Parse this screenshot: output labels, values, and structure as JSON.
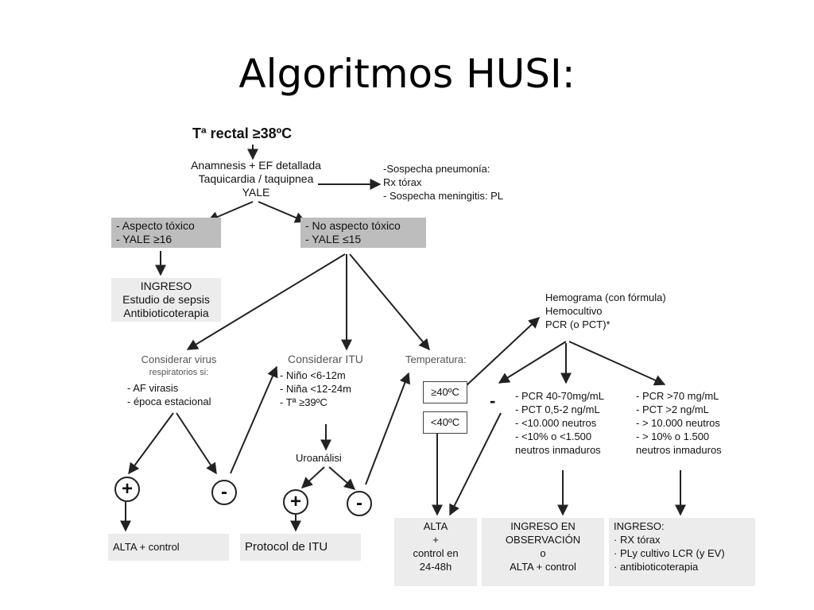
{
  "title": "Algoritmos HUSI:",
  "top": {
    "label": "Tª rectal ≥38ºC"
  },
  "anamnesis": [
    "Anamnesis + EF detallada",
    "Taquicardia / taquipnea",
    "YALE"
  ],
  "sospecha": [
    "-Sospecha pneumonía:",
    " Rx tórax",
    "- Sospecha meningitis: PL"
  ],
  "toxic": [
    "- Aspecto tóxico",
    "- YALE ≥16"
  ],
  "nontoxic": [
    "- No aspecto tóxico",
    "- YALE ≤15"
  ],
  "ingreso_sepsis": [
    "INGRESO",
    "Estudio de sepsis",
    "Antibioticoterapia"
  ],
  "virus": {
    "lines": [
      "Considerar virus",
      "respiratorios si:"
    ],
    "items": [
      "- AF virasis",
      "- época estacional"
    ]
  },
  "itu": {
    "title": "Considerar ITU",
    "items": [
      "- Niño <6-12m",
      "- Niña <12-24m",
      "- Tª ≥39ºC"
    ],
    "uro": "Uroanálisi"
  },
  "temperatura": {
    "title": "Temperatura:",
    "high": "≥40ºC",
    "low": "<40ºC"
  },
  "hemograma": [
    "Hemograma (con fórmula)",
    "Hemocultivo",
    "PCR (o PCT)*"
  ],
  "mid_crit": [
    "- PCR 40-70mg/mL",
    "- PCT 0,5-2 ng/mL",
    "- <10.000 neutros",
    "- <10% o <1.500",
    "  neutros inmaduros"
  ],
  "high_crit": [
    "- PCR >70 mg/mL",
    "- PCT >2 ng/mL",
    "- > 10.000 neutros",
    "- > 10% o 1.500",
    "  neutros inmaduros"
  ],
  "signs": {
    "plus": "+",
    "minus": "-"
  },
  "alta_control": "ALTA + control",
  "protocol_itu": "Protocol de ITU",
  "alta_box": [
    "ALTA",
    "+",
    "control en",
    "24-48h"
  ],
  "observacion": [
    "INGRESO EN",
    "OBSERVACIÓN",
    "o",
    "ALTA + control"
  ],
  "ingreso_final": [
    "INGRESO:",
    "· RX tórax",
    "· PLy cultivo LCR (y EV)",
    "· antibioticoterapia"
  ]
}
